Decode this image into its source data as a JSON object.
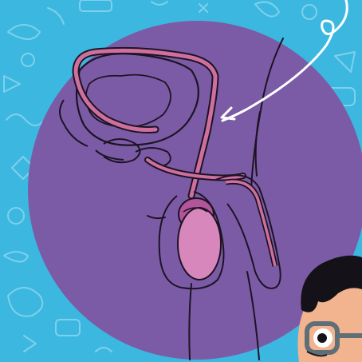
{
  "colors": {
    "background": "#3cb8e0",
    "doodles": "#7fd0ec",
    "circle": "#7c5ba6",
    "outline": "#1c1424",
    "duct": "#cf6f9e",
    "duct_light": "#e9a6c9",
    "testis": "#d887bd",
    "testis_dark": "#b2559a",
    "arrow": "#ffffff",
    "skin": "#f2b48e",
    "hair": "#141218",
    "glasses": "#5f6f78"
  },
  "icons": {
    "background": "doodle-pattern",
    "arrow": "curly-pointer-arrow",
    "character": "peeking-boy-with-glasses"
  }
}
